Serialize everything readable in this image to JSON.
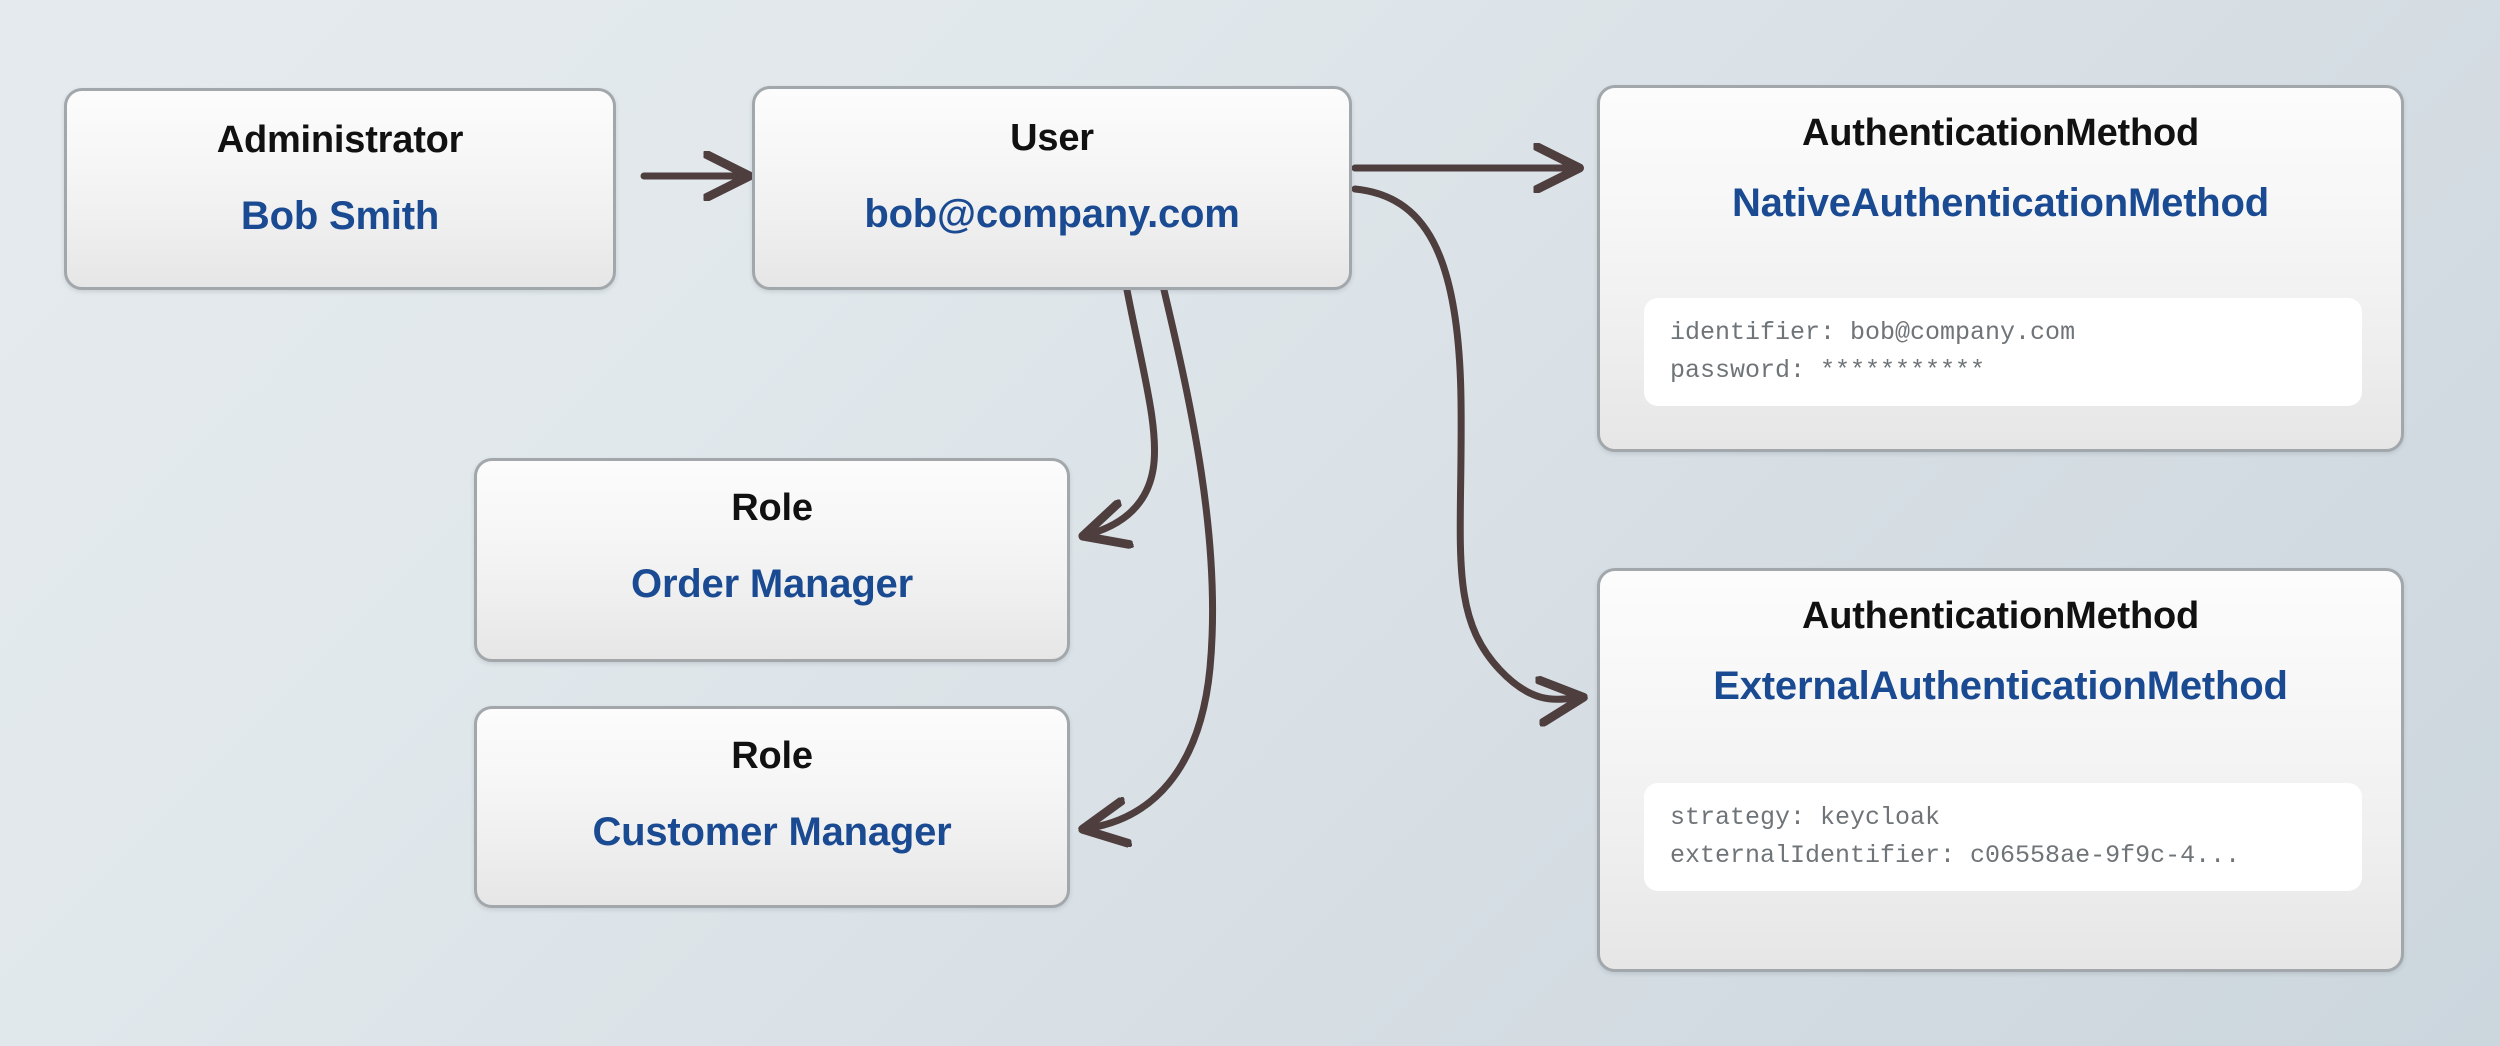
{
  "diagram": {
    "title": "User authentication and role assignment diagram",
    "colors": {
      "background_start": "#e5eaee",
      "background_end": "#ccd6dd",
      "node_border": "#a2a7ab",
      "node_fill_top": "#fcfcfc",
      "node_fill_bottom": "#e6e6e6",
      "type_text": "#111111",
      "label_text": "#1a4a92",
      "detail_text": "#6f7478",
      "detail_panel": "#ffffff",
      "edge": "#4e3e3e"
    },
    "nodes": [
      {
        "id": "administrator",
        "type": "Administrator",
        "label": "Bob Smith",
        "details": []
      },
      {
        "id": "user",
        "type": "User",
        "label": "bob@company.com",
        "details": []
      },
      {
        "id": "role-order",
        "type": "Role",
        "label": "Order Manager",
        "details": []
      },
      {
        "id": "role-customer",
        "type": "Role",
        "label": "Customer Manager",
        "details": []
      },
      {
        "id": "auth-native",
        "type": "AuthenticationMethod",
        "label": "NativeAuthenticationMethod",
        "details": [
          "identifier: bob@company.com",
          "password: ***********"
        ]
      },
      {
        "id": "auth-external",
        "type": "AuthenticationMethod",
        "label": "ExternalAuthenticationMethod",
        "details": [
          "strategy: keycloak",
          "externalIdentifier: c06558ae-9f9c-4..."
        ]
      }
    ],
    "edges": [
      {
        "id": "administrator-to-user",
        "from": "administrator",
        "to": "user",
        "style": "straight-arrow"
      },
      {
        "id": "user-to-auth-native",
        "from": "user",
        "to": "auth-native",
        "style": "straight-arrow"
      },
      {
        "id": "user-to-auth-external",
        "from": "user",
        "to": "auth-external",
        "style": "curved-arrow"
      },
      {
        "id": "user-to-role-order",
        "from": "user",
        "to": "role-order",
        "style": "curved-arrow"
      },
      {
        "id": "user-to-role-customer",
        "from": "user",
        "to": "role-customer",
        "style": "curved-arrow"
      }
    ]
  }
}
